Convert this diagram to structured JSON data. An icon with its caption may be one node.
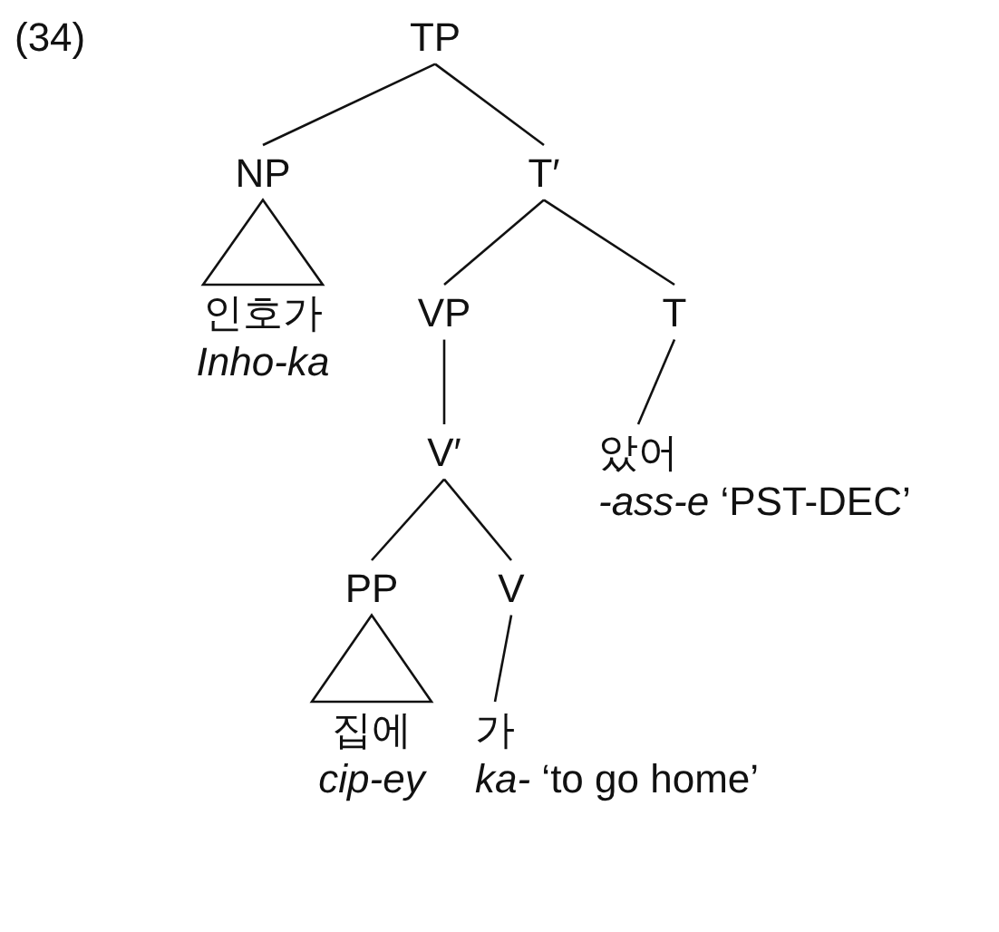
{
  "diagram": {
    "nodes": [
      {
        "text": [
          "TP"
        ]
      },
      {
        "text": [
          "NP"
        ]
      },
      {
        "text": [
          "T′"
        ]
      },
      {
        "text": [
          "인호가",
          "Inho-ka"
        ]
      },
      {
        "text": [
          "VP"
        ]
      },
      {
        "text": [
          "T"
        ]
      },
      {
        "text": [
          "았어",
          "*-ass-e* ‘PST-DEC’"
        ]
      },
      {
        "text": [
          "V′"
        ]
      },
      {
        "text": [
          "PP"
        ]
      },
      {
        "text": [
          "V"
        ]
      },
      {
        "text": [
          "집에",
          "cip-ey"
        ]
      },
      {
        "text": [
          "가",
          "*ka-* ‘to go home’"
        ]
      }
    ],
    "edges": [
      {
        "from": 0,
        "to": 1,
        "arrow": "none"
      },
      {
        "from": 0,
        "to": 2,
        "arrow": "none"
      },
      {
        "from": 1,
        "to": 3,
        "arrow": "none"
      },
      {
        "from": 2,
        "to": 4,
        "arrow": "none"
      },
      {
        "from": 2,
        "to": 5,
        "arrow": "none"
      },
      {
        "from": 4,
        "to": 7,
        "arrow": "none"
      },
      {
        "from": 5,
        "to": 6,
        "arrow": "none"
      },
      {
        "from": 7,
        "to": 8,
        "arrow": "none"
      },
      {
        "from": 7,
        "to": 9,
        "arrow": "none"
      },
      {
        "from": 8,
        "to": 10,
        "arrow": "none"
      },
      {
        "from": 9,
        "to": 11,
        "arrow": "none"
      }
    ],
    "labels": [
      "(34)"
    ]
  }
}
